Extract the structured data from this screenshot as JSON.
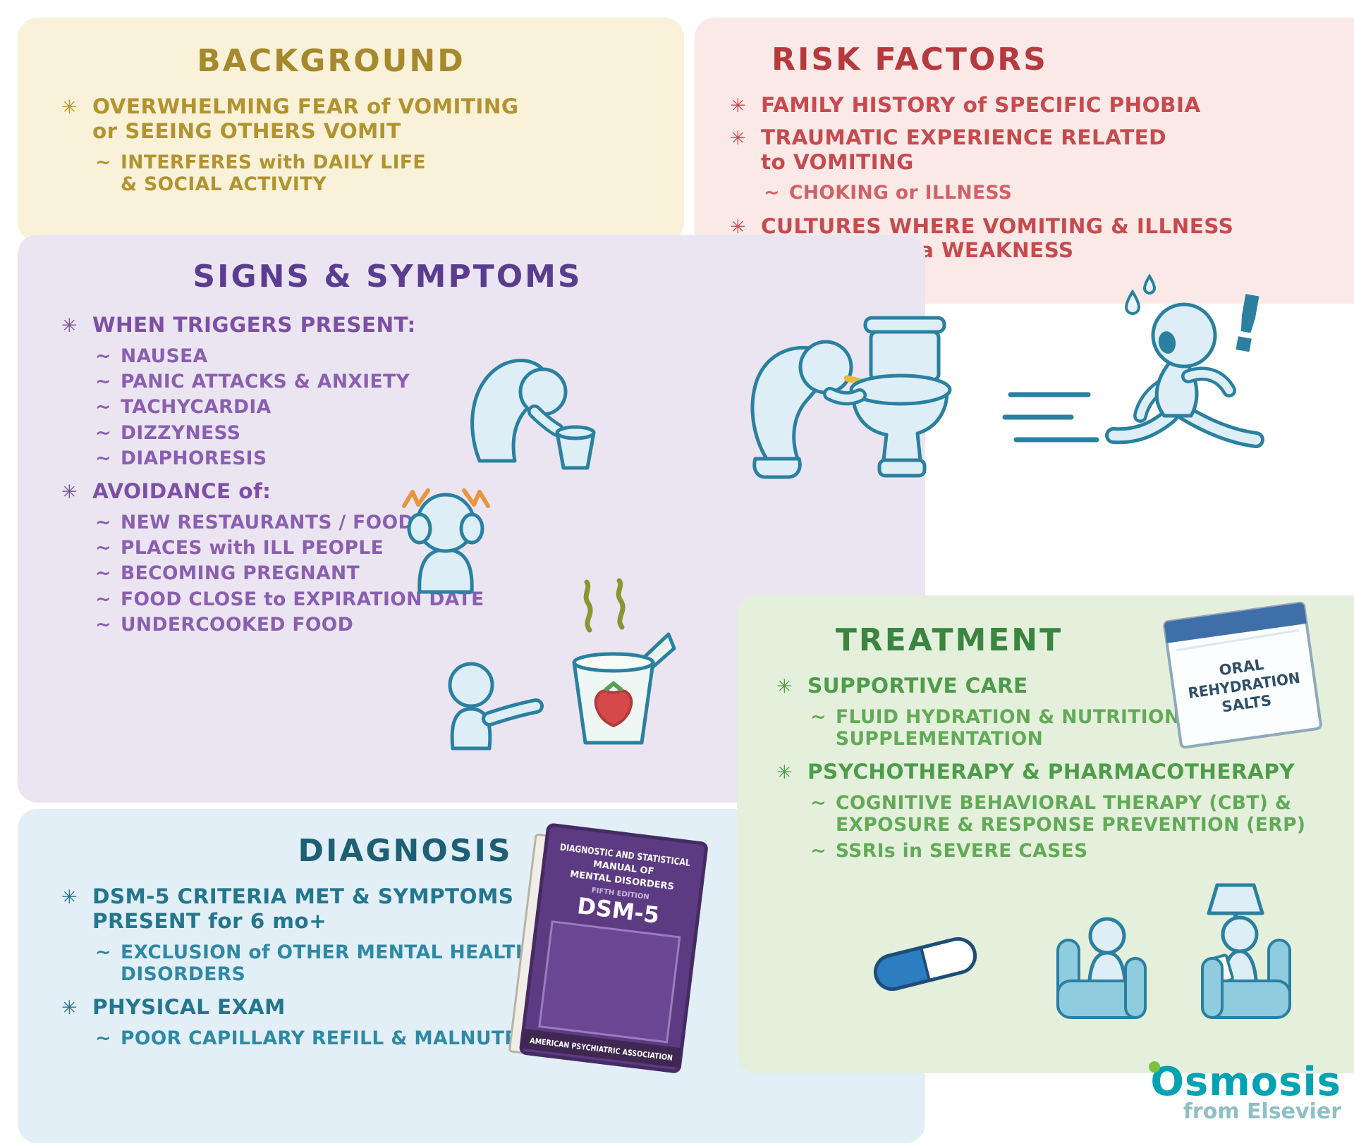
{
  "colors": {
    "page_bg": "#ffffff",
    "bg_background": "#f9f2d9",
    "background_title": "#a5892c",
    "background_text": "#b29330",
    "bg_risk": "#fbe9e7",
    "risk_title": "#b6393e",
    "risk_text": "#c64a4e",
    "risk_sub": "#d06265",
    "bg_signs": "#ebe5f2",
    "signs_title": "#5a3d90",
    "signs_text": "#7d50a5",
    "signs_sub": "#8a5fb0",
    "bg_diagnosis": "#e2eff6",
    "diagnosis_title": "#1d5f74",
    "diagnosis_text": "#24768f",
    "diagnosis_sub": "#2f89a4",
    "bg_treatment": "#e4f0dc",
    "treatment_title": "#3a8540",
    "treatment_text": "#4f9c4b",
    "treatment_sub": "#63aa58",
    "figure_fill": "#ddeef7",
    "figure_stroke": "#2b80a0",
    "logo_teal": "#00a3b4",
    "logo_gray": "#8fbfc4"
  },
  "glyphs": {
    "star": "✳",
    "tilde": "~"
  },
  "background": {
    "title": "BACKGROUND",
    "items": [
      {
        "text": "OVERWHELMING FEAR of VOMITING\nor SEEING OTHERS VOMIT",
        "subs": [
          "INTERFERES with DAILY LIFE\n& SOCIAL ACTIVITY"
        ]
      }
    ]
  },
  "risk": {
    "title": "RISK FACTORS",
    "items": [
      {
        "text": "FAMILY HISTORY of SPECIFIC PHOBIA",
        "subs": []
      },
      {
        "text": "TRAUMATIC EXPERIENCE RELATED\nto VOMITING",
        "subs": [
          "CHOKING or ILLNESS"
        ]
      },
      {
        "text": "CULTURES WHERE VOMITING & ILLNESS\nARE SEEN as a WEAKNESS",
        "subs": []
      }
    ]
  },
  "signs": {
    "title": "SIGNS & SYMPTOMS",
    "items": [
      {
        "text": "WHEN TRIGGERS PRESENT:",
        "subs": [
          "NAUSEA",
          "PANIC ATTACKS & ANXIETY",
          "TACHYCARDIA",
          "DIZZYNESS",
          "DIAPHORESIS"
        ]
      },
      {
        "text": "AVOIDANCE of:",
        "subs": [
          "NEW RESTAURANTS / FOODS",
          "PLACES with ILL PEOPLE",
          "BECOMING PREGNANT",
          "FOOD CLOSE to EXPIRATION DATE",
          "UNDERCOOKED FOOD"
        ]
      }
    ]
  },
  "diagnosis": {
    "title": "DIAGNOSIS",
    "items": [
      {
        "text": "DSM-5 CRITERIA MET & SYMPTOMS\nPRESENT for 6 mo+",
        "subs": [
          "EXCLUSION of OTHER MENTAL HEALTH\nDISORDERS"
        ]
      },
      {
        "text": "PHYSICAL EXAM",
        "subs": [
          "POOR CAPILLARY REFILL & MALNUTRITION"
        ]
      }
    ]
  },
  "treatment": {
    "title": "TREATMENT",
    "items": [
      {
        "text": "SUPPORTIVE CARE",
        "subs": [
          "FLUID HYDRATION & NUTRITION\nSUPPLEMENTATION"
        ]
      },
      {
        "text": "PSYCHOTHERAPY & PHARMACOTHERAPY",
        "subs": [
          "COGNITIVE BEHAVIORAL THERAPY (CBT) &\nEXPOSURE & RESPONSE PREVENTION (ERP)",
          "SSRIs in SEVERE CASES"
        ]
      }
    ]
  },
  "illustrations": {
    "ors_packet": {
      "lines": [
        "ORAL",
        "REHYDRATION",
        "SALTS"
      ]
    },
    "dsm_book": {
      "header_lines": [
        "DIAGNOSTIC AND STATISTICAL",
        "MANUAL OF",
        "MENTAL DISORDERS"
      ],
      "edition": "FIFTH EDITION",
      "title": "DSM-5",
      "footer": "AMERICAN PSYCHIATRIC ASSOCIATION"
    },
    "exclamation": "!"
  },
  "logo": {
    "name": "Osmosis",
    "tagline": "from Elsevier"
  }
}
